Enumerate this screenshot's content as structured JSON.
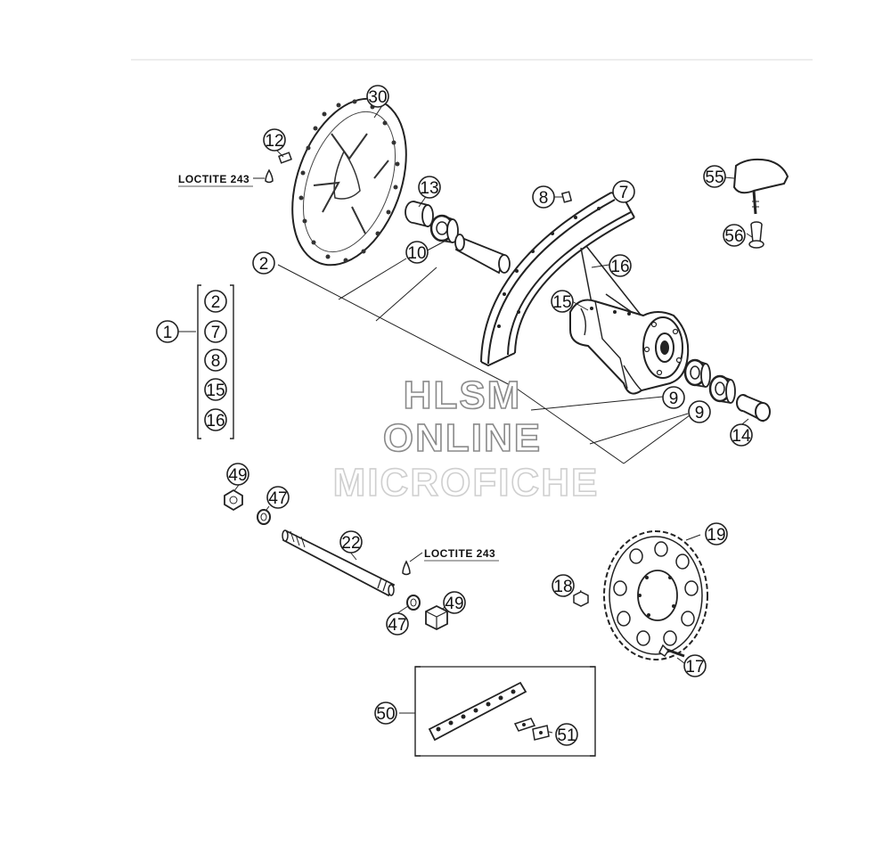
{
  "notes": {
    "loctite_top": "LOCTITE 243",
    "loctite_bottom": "LOCTITE 243"
  },
  "watermark": {
    "line1": "HLSM",
    "line2": "ONLINE",
    "line3": "MICROFICHE"
  },
  "callouts": {
    "c30": "30",
    "c12": "12",
    "c13": "13",
    "c8": "8",
    "c7": "7",
    "c55": "55",
    "c56": "56",
    "c2": "2",
    "c10": "10",
    "c16": "16",
    "c15": "15",
    "k1": "1",
    "k2": "2",
    "k7": "7",
    "k8": "8",
    "k15": "15",
    "k16": "16",
    "c9a": "9",
    "c9b": "9",
    "c14": "14",
    "c49a": "49",
    "c47a": "47",
    "c22": "22",
    "c19": "19",
    "c18": "18",
    "c47b": "47",
    "c49b": "49",
    "c17": "17",
    "c50": "50",
    "c51": "51"
  }
}
